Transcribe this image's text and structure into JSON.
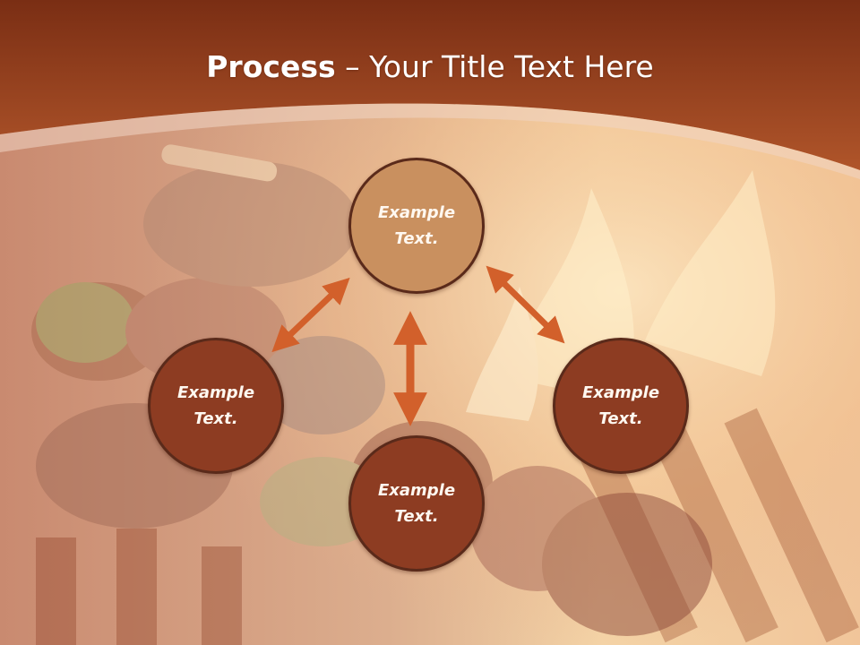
{
  "slide": {
    "title_bold": "Process",
    "title_rest": " – Your Title Text Here"
  },
  "diagram": {
    "nodes": [
      {
        "id": "top",
        "line1": "Example",
        "line2": "Text."
      },
      {
        "id": "left",
        "line1": "Example",
        "line2": "Text."
      },
      {
        "id": "bottom",
        "line1": "Example",
        "line2": "Text."
      },
      {
        "id": "right",
        "line1": "Example",
        "line2": "Text."
      }
    ],
    "colors": {
      "header": "#8a3a1c",
      "top_node": "#c9905f",
      "other_nodes": "#8d3c22",
      "node_border": "#5a2a1a",
      "arrow": "#d2602b"
    }
  }
}
